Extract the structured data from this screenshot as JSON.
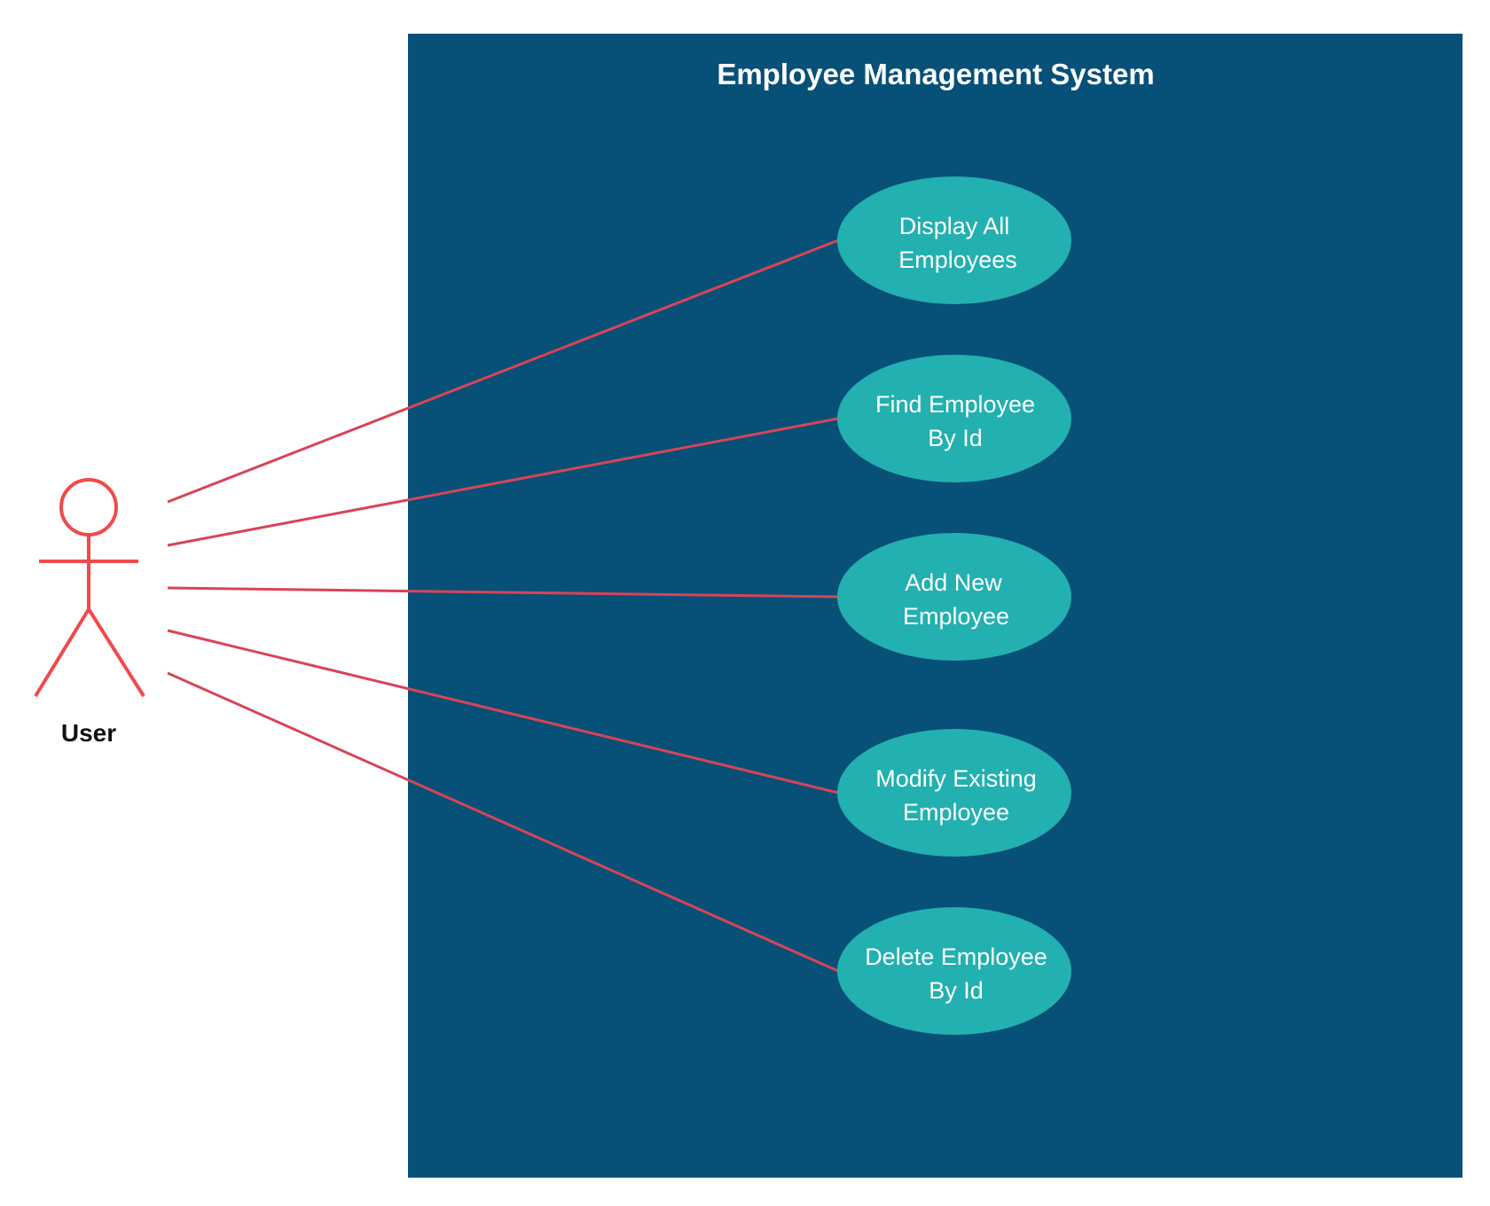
{
  "system": {
    "title": "Employee Management System",
    "background_color": "#075078"
  },
  "actor": {
    "label": "User",
    "color": "#f04a4a"
  },
  "association_color": "#d94456",
  "use_case_color": "#23b0b0",
  "use_cases": [
    {
      "line1": "Display All",
      "line2": "Employees"
    },
    {
      "line1": "Find Employee",
      "line2": "By Id"
    },
    {
      "line1": "Add New",
      "line2": "Employee"
    },
    {
      "line1": "Modify Existing",
      "line2": "Employee"
    },
    {
      "line1": "Delete Employee",
      "line2": "By Id"
    }
  ]
}
